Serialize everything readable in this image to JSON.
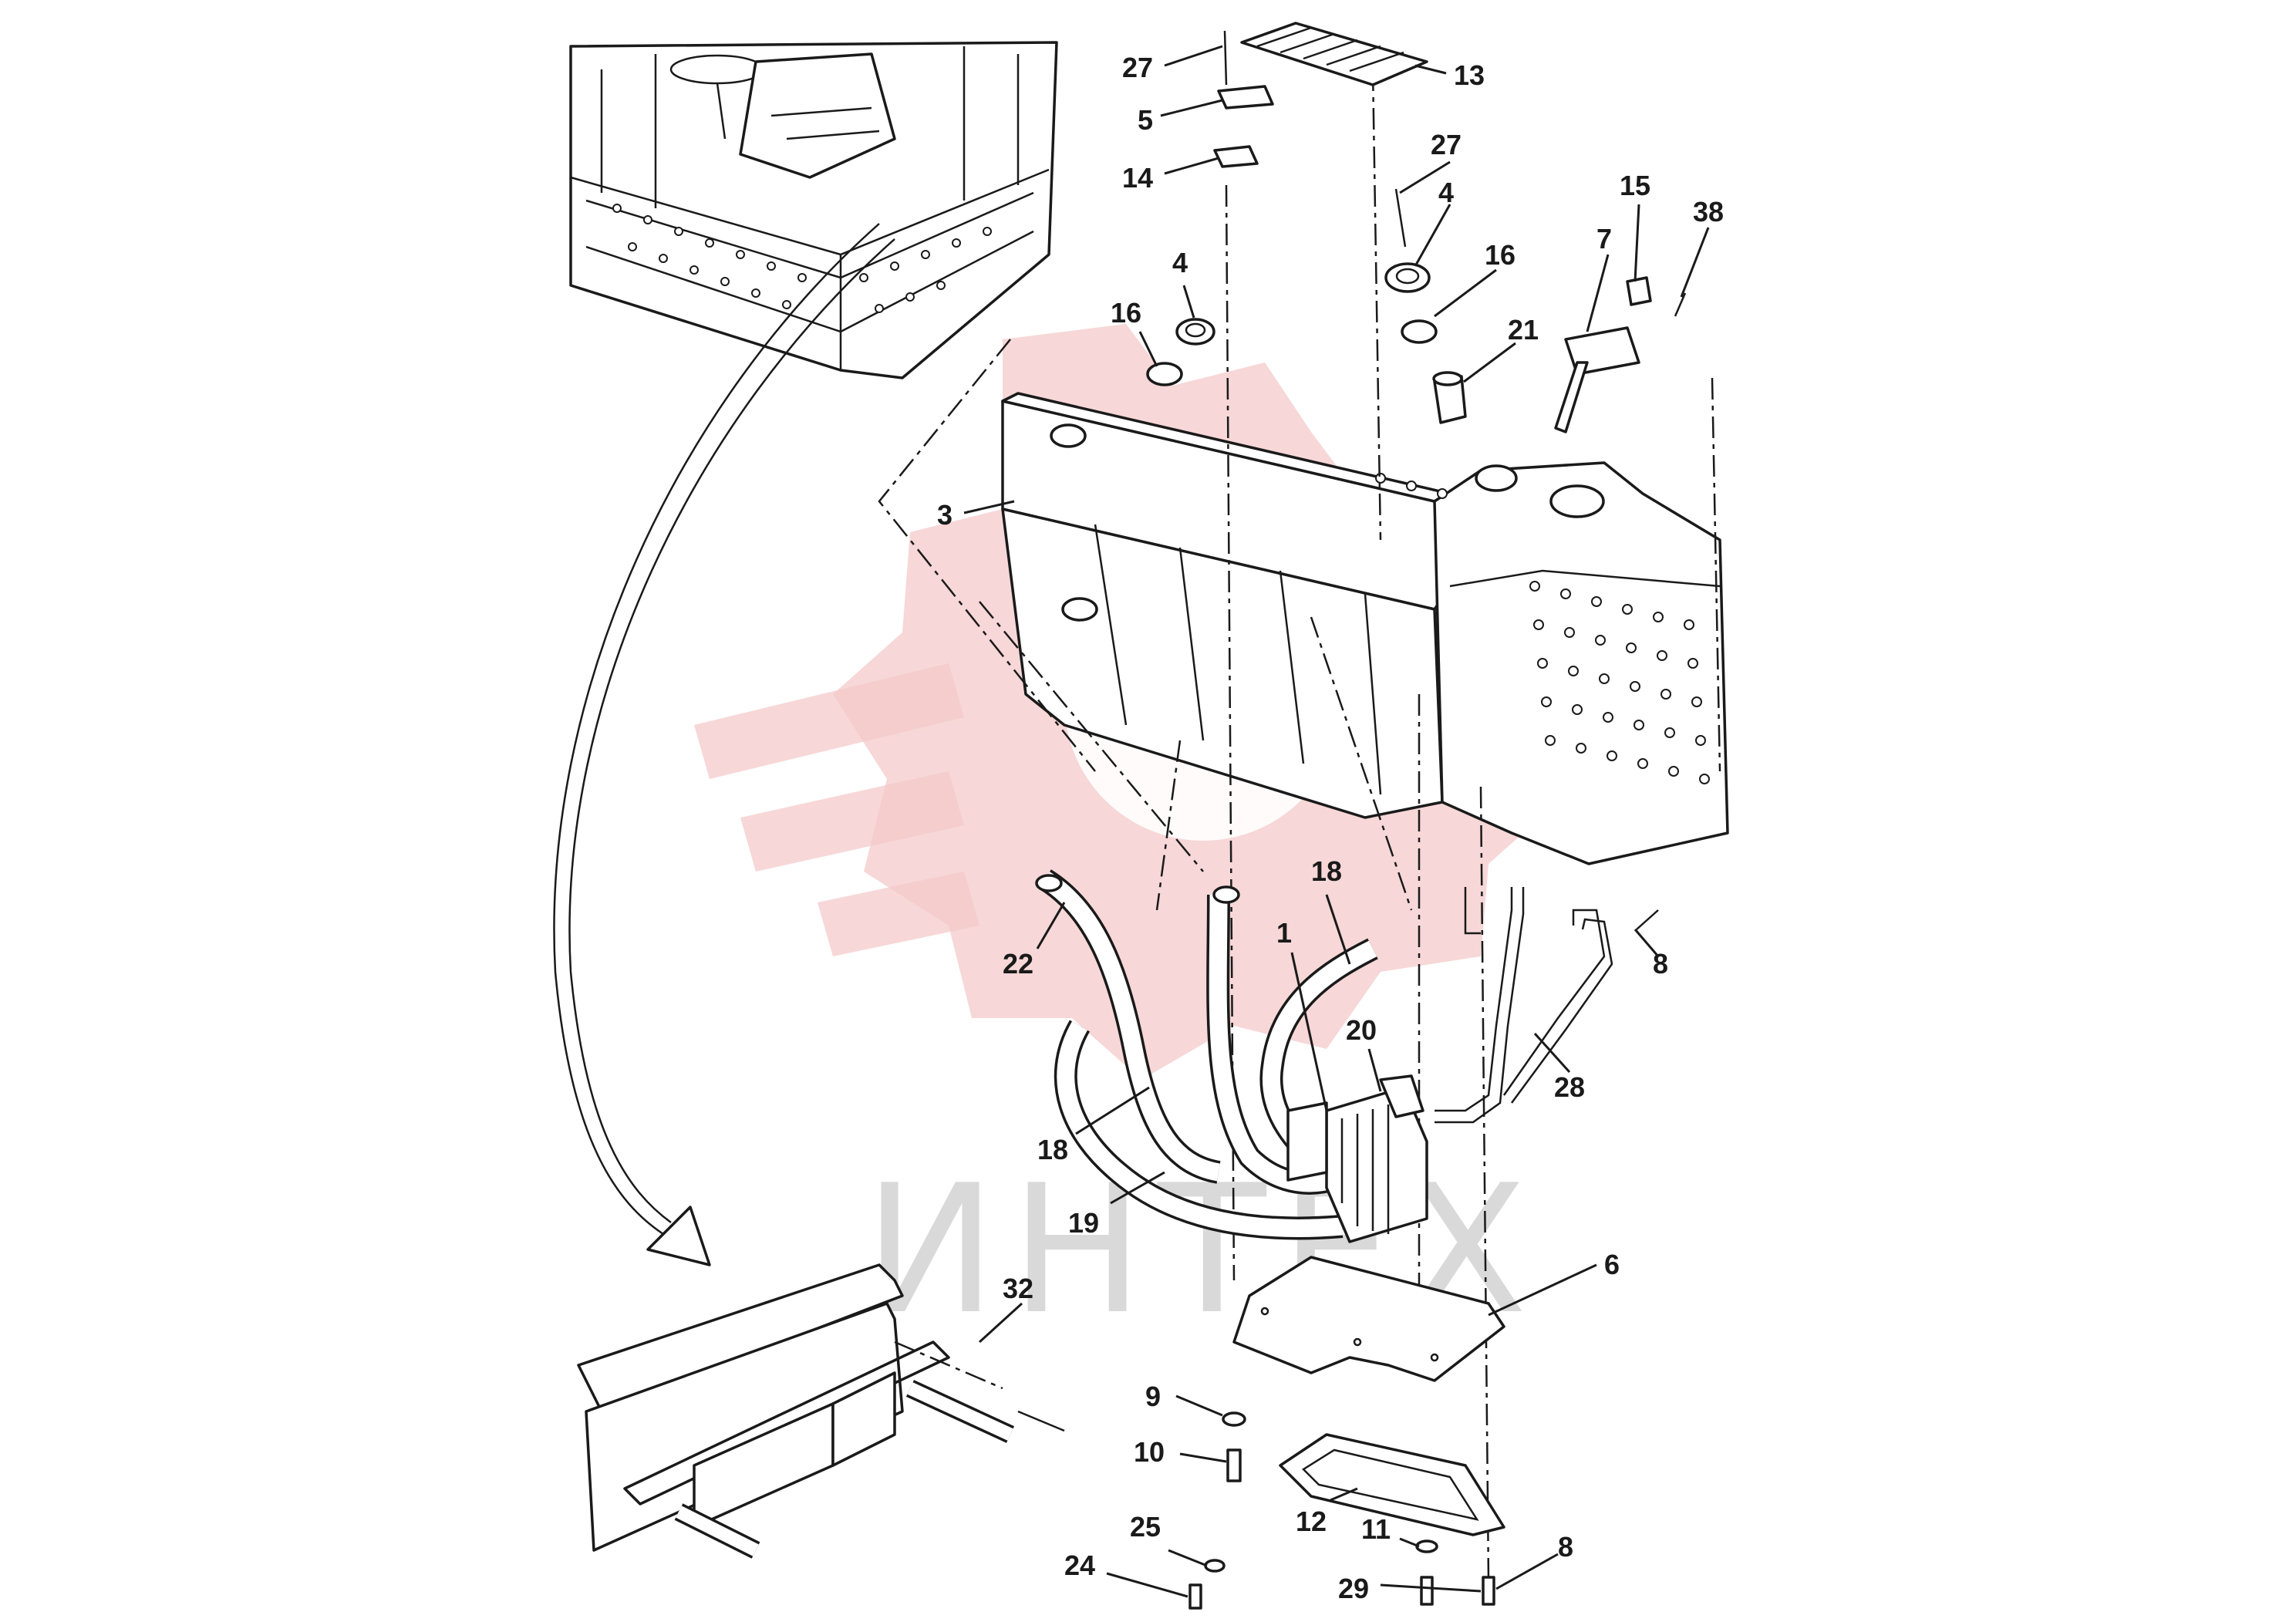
{
  "watermark": {
    "text": "ИНТЕХ",
    "gear_color": "#f4c9c9",
    "text_color": "#d9d9d9"
  },
  "callouts": [
    {
      "id": "c27a",
      "label": "27"
    },
    {
      "id": "c13",
      "label": "13"
    },
    {
      "id": "c5",
      "label": "5"
    },
    {
      "id": "c14",
      "label": "14"
    },
    {
      "id": "c27b",
      "label": "27"
    },
    {
      "id": "c4a",
      "label": "4"
    },
    {
      "id": "c15",
      "label": "15"
    },
    {
      "id": "c38",
      "label": "38"
    },
    {
      "id": "c7",
      "label": "7"
    },
    {
      "id": "c4b",
      "label": "4"
    },
    {
      "id": "c16a",
      "label": "16"
    },
    {
      "id": "c16b",
      "label": "16"
    },
    {
      "id": "c21",
      "label": "21"
    },
    {
      "id": "c3",
      "label": "3"
    },
    {
      "id": "c18a",
      "label": "18"
    },
    {
      "id": "c1",
      "label": "1"
    },
    {
      "id": "c22",
      "label": "22"
    },
    {
      "id": "c8a",
      "label": "8"
    },
    {
      "id": "c20",
      "label": "20"
    },
    {
      "id": "c28",
      "label": "28"
    },
    {
      "id": "c18b",
      "label": "18"
    },
    {
      "id": "c19",
      "label": "19"
    },
    {
      "id": "c6",
      "label": "6"
    },
    {
      "id": "c32",
      "label": "32"
    },
    {
      "id": "c9",
      "label": "9"
    },
    {
      "id": "c10",
      "label": "10"
    },
    {
      "id": "c12",
      "label": "12"
    },
    {
      "id": "c25",
      "label": "25"
    },
    {
      "id": "c11",
      "label": "11"
    },
    {
      "id": "c8b",
      "label": "8"
    },
    {
      "id": "c24",
      "label": "24"
    },
    {
      "id": "c29",
      "label": "29"
    }
  ]
}
